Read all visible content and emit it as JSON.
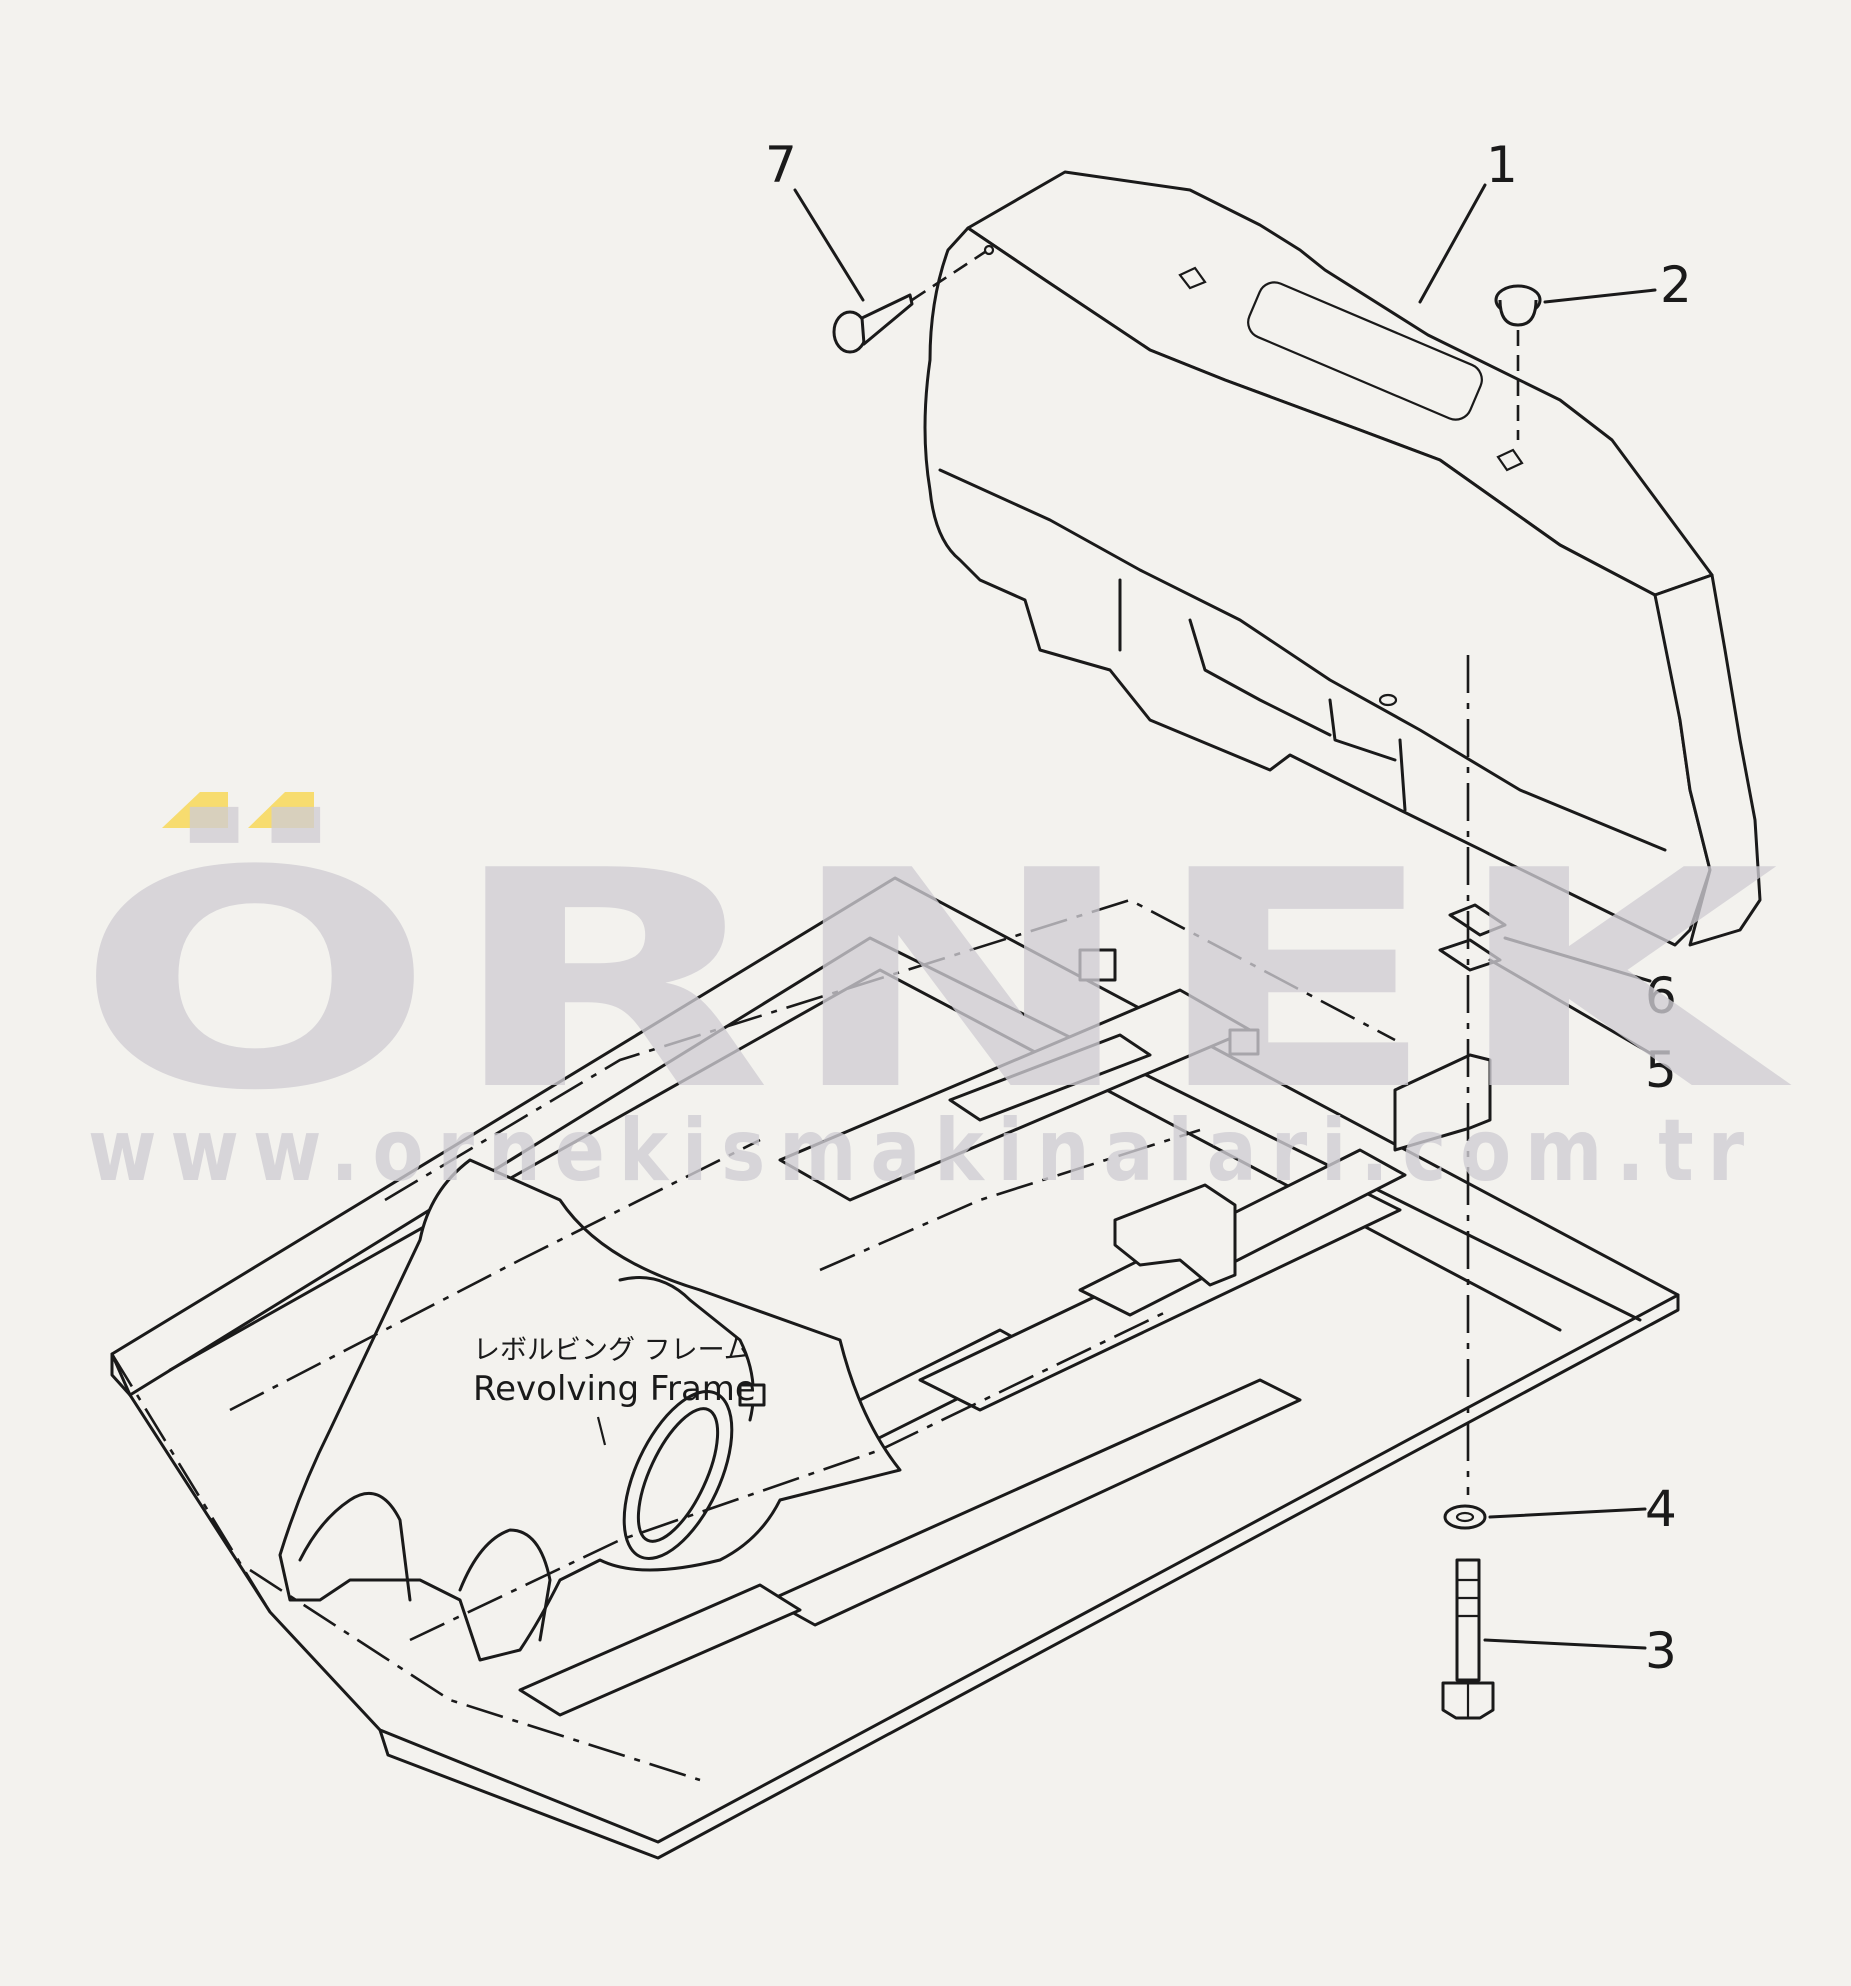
{
  "watermark": {
    "brand": "ÖRNEK",
    "url": "www.ornekismakinalari.com.tr",
    "accent_color": "#f7dc6f",
    "text_color": "#cfcdd3"
  },
  "frame_label": {
    "japanese": "レボルビング フレーム",
    "english": "Revolving Frame"
  },
  "callouts": [
    "1",
    "2",
    "3",
    "4",
    "5",
    "6",
    "7"
  ],
  "parts": [
    {
      "number": "1",
      "part": "counterweight"
    },
    {
      "number": "2",
      "part": "plug"
    },
    {
      "number": "3",
      "part": "bolt"
    },
    {
      "number": "4",
      "part": "washer"
    },
    {
      "number": "5",
      "part": "shim"
    },
    {
      "number": "6",
      "part": "shim"
    },
    {
      "number": "7",
      "part": "screw"
    }
  ]
}
